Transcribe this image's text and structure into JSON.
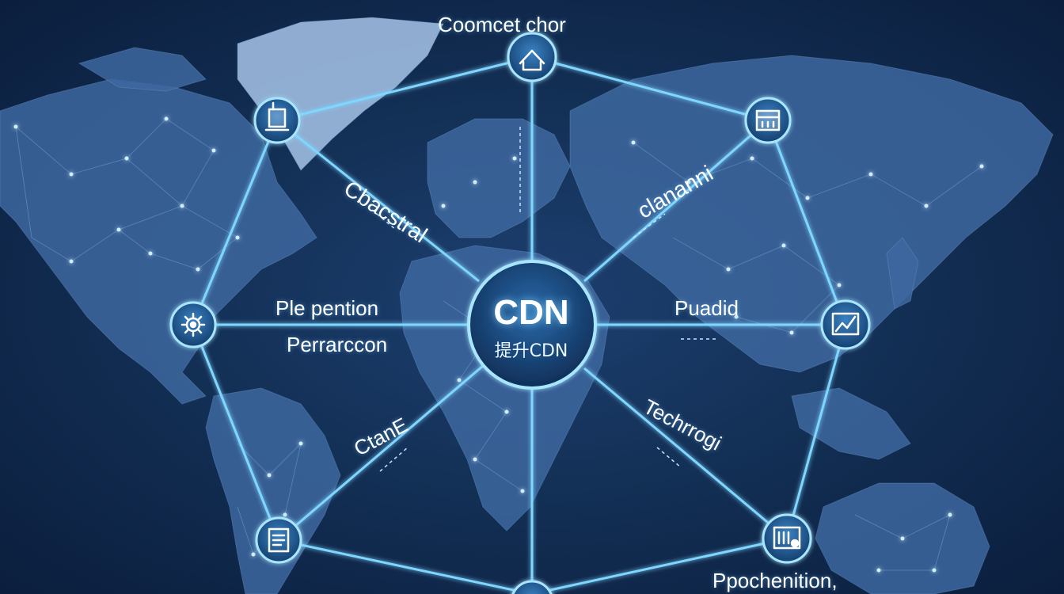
{
  "hub": {
    "title": "CDN",
    "subtitle": "提升CDN"
  },
  "labels": {
    "top": "Coomcet chor",
    "upper_left": "Cbacstral",
    "upper_right": "clananni",
    "left_1": "Ple pention",
    "left_2": "Perrarccon",
    "right": "Puadid",
    "lower_left": "CtanE",
    "lower_right": "Techrrogi",
    "bottom_right": "Ppochenition,"
  },
  "nodes": [
    {
      "name": "home-node",
      "icon": "home-icon"
    },
    {
      "name": "research-node",
      "icon": "lab-icon"
    },
    {
      "name": "datacenter-node",
      "icon": "server-icon"
    },
    {
      "name": "settings-node",
      "icon": "gear-icon"
    },
    {
      "name": "analytics-node",
      "icon": "chart-icon"
    },
    {
      "name": "document-node",
      "icon": "document-icon"
    },
    {
      "name": "hardware-node",
      "icon": "chip-icon"
    },
    {
      "name": "bottom-node",
      "icon": "globe-icon"
    }
  ],
  "colors": {
    "background": "#0c1f3f",
    "land": "#3f6aa3",
    "line": "#7fd6ff",
    "node_fill": "#1b4f86",
    "glow": "#a8e6ff"
  }
}
